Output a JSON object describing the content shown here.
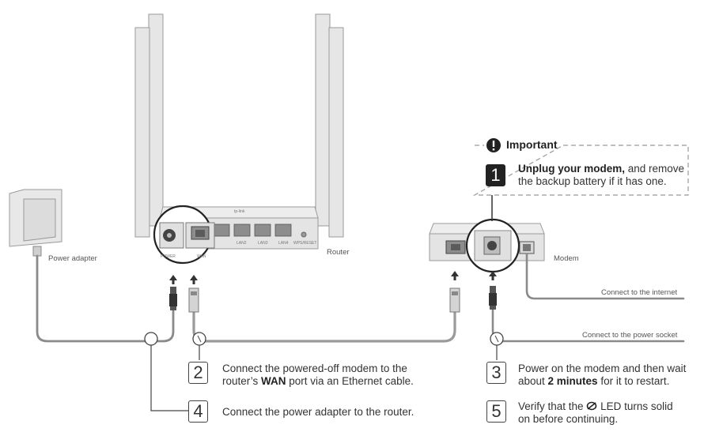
{
  "labels": {
    "power_adapter": "Power adapter",
    "router": "Router",
    "modem": "Modem",
    "connect_internet": "Connect to the internet",
    "connect_power_socket": "Connect to the power socket",
    "port_power": "POWER",
    "port_wan": "WAN",
    "port_lan2": "LAN2",
    "port_lan3": "LAN3",
    "port_lan4": "LAN4",
    "port_wps": "WPS/RESET",
    "brand_mark": "tp-link"
  },
  "important": {
    "title": "Important",
    "step_num": "1",
    "line1_bold": "Unplug your modem,",
    "line1_rest": " and remove",
    "line2": "the backup battery if it has one."
  },
  "steps": {
    "s2": {
      "num": "2",
      "line1": "Connect the powered-off modem to the",
      "line2_pre": "router’s ",
      "line2_bold": "WAN",
      "line2_post": " port via an Ethernet cable."
    },
    "s3": {
      "num": "3",
      "line1": "Power on the modem and then wait",
      "line2_pre": "about ",
      "line2_bold": "2 minutes",
      "line2_post": " for it to restart."
    },
    "s4": {
      "num": "4",
      "line1": "Connect the power adapter to the router."
    },
    "s5": {
      "num": "5",
      "line1_pre": "Verify that the ",
      "line1_post": " LED turns solid",
      "line2": "on before continuing."
    }
  }
}
